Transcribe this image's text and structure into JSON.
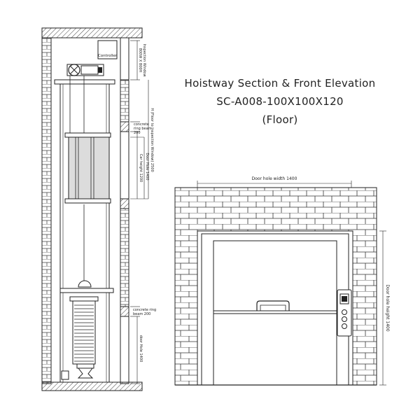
{
  "title": {
    "line1": "Hoistway Section & Front Elevation",
    "line2": "SC-A008-100X100X120",
    "line3": "(Floor)"
  },
  "section": {
    "controller_label": "Controller",
    "inspection_window": "Inspection Window",
    "inspection_window_size": "800W X 800H",
    "h_floor_to_inspection": "H (Floor to Inspection Window) 2500",
    "concrete_ring_beam_1_line1": "concrete",
    "concrete_ring_beam_1_line2": "ring beam",
    "concrete_ring_beam_1_line3": "200",
    "door_hole_1400_upper": "Door Hole 1400",
    "car_height": "Car height 1200",
    "concrete_ring_beam_2_line1": "concrete ring",
    "concrete_ring_beam_2_line2": "beam 200",
    "door_hole_1400_lower": "door Hole 1400"
  },
  "elevation": {
    "door_hole_width": "Door hole width 1400",
    "door_hole_height": "Door hole height 1400"
  },
  "colors": {
    "line": "#222222",
    "car_fill": "#dcdcdc",
    "hatch": "#444444"
  }
}
